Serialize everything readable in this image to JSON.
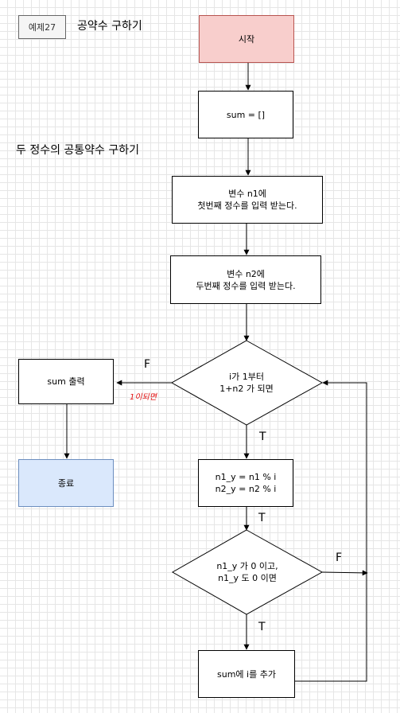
{
  "tag_label": "예제27",
  "page_title": "공약수 구하기",
  "description": "두 정수의 공통약수 구하기",
  "nodes": {
    "start": "시작",
    "init": "sum = []",
    "input_n1": [
      "변수 n1에",
      "첫번째 정수를 입력 받는다."
    ],
    "input_n2": [
      "변수 n2에",
      "두번째 정수를 입력 받는다."
    ],
    "loop_cond": [
      "i가 1부터",
      "1+n2 가 되면"
    ],
    "print_sum": "sum 출력",
    "end": "종료",
    "mod_calc": [
      "n1_y = n1 % i",
      "n2_y = n2 % i"
    ],
    "zero_cond": [
      "n1_y 가 0 이고,",
      "n1_y 도 0 이면"
    ],
    "append": "sum에 i를 추가"
  },
  "edge_labels": {
    "false_loop": "F",
    "false_loop_note": "1이되면",
    "true_loop": "T",
    "true_mod": "T",
    "false_zero": "F",
    "true_zero": "T"
  }
}
